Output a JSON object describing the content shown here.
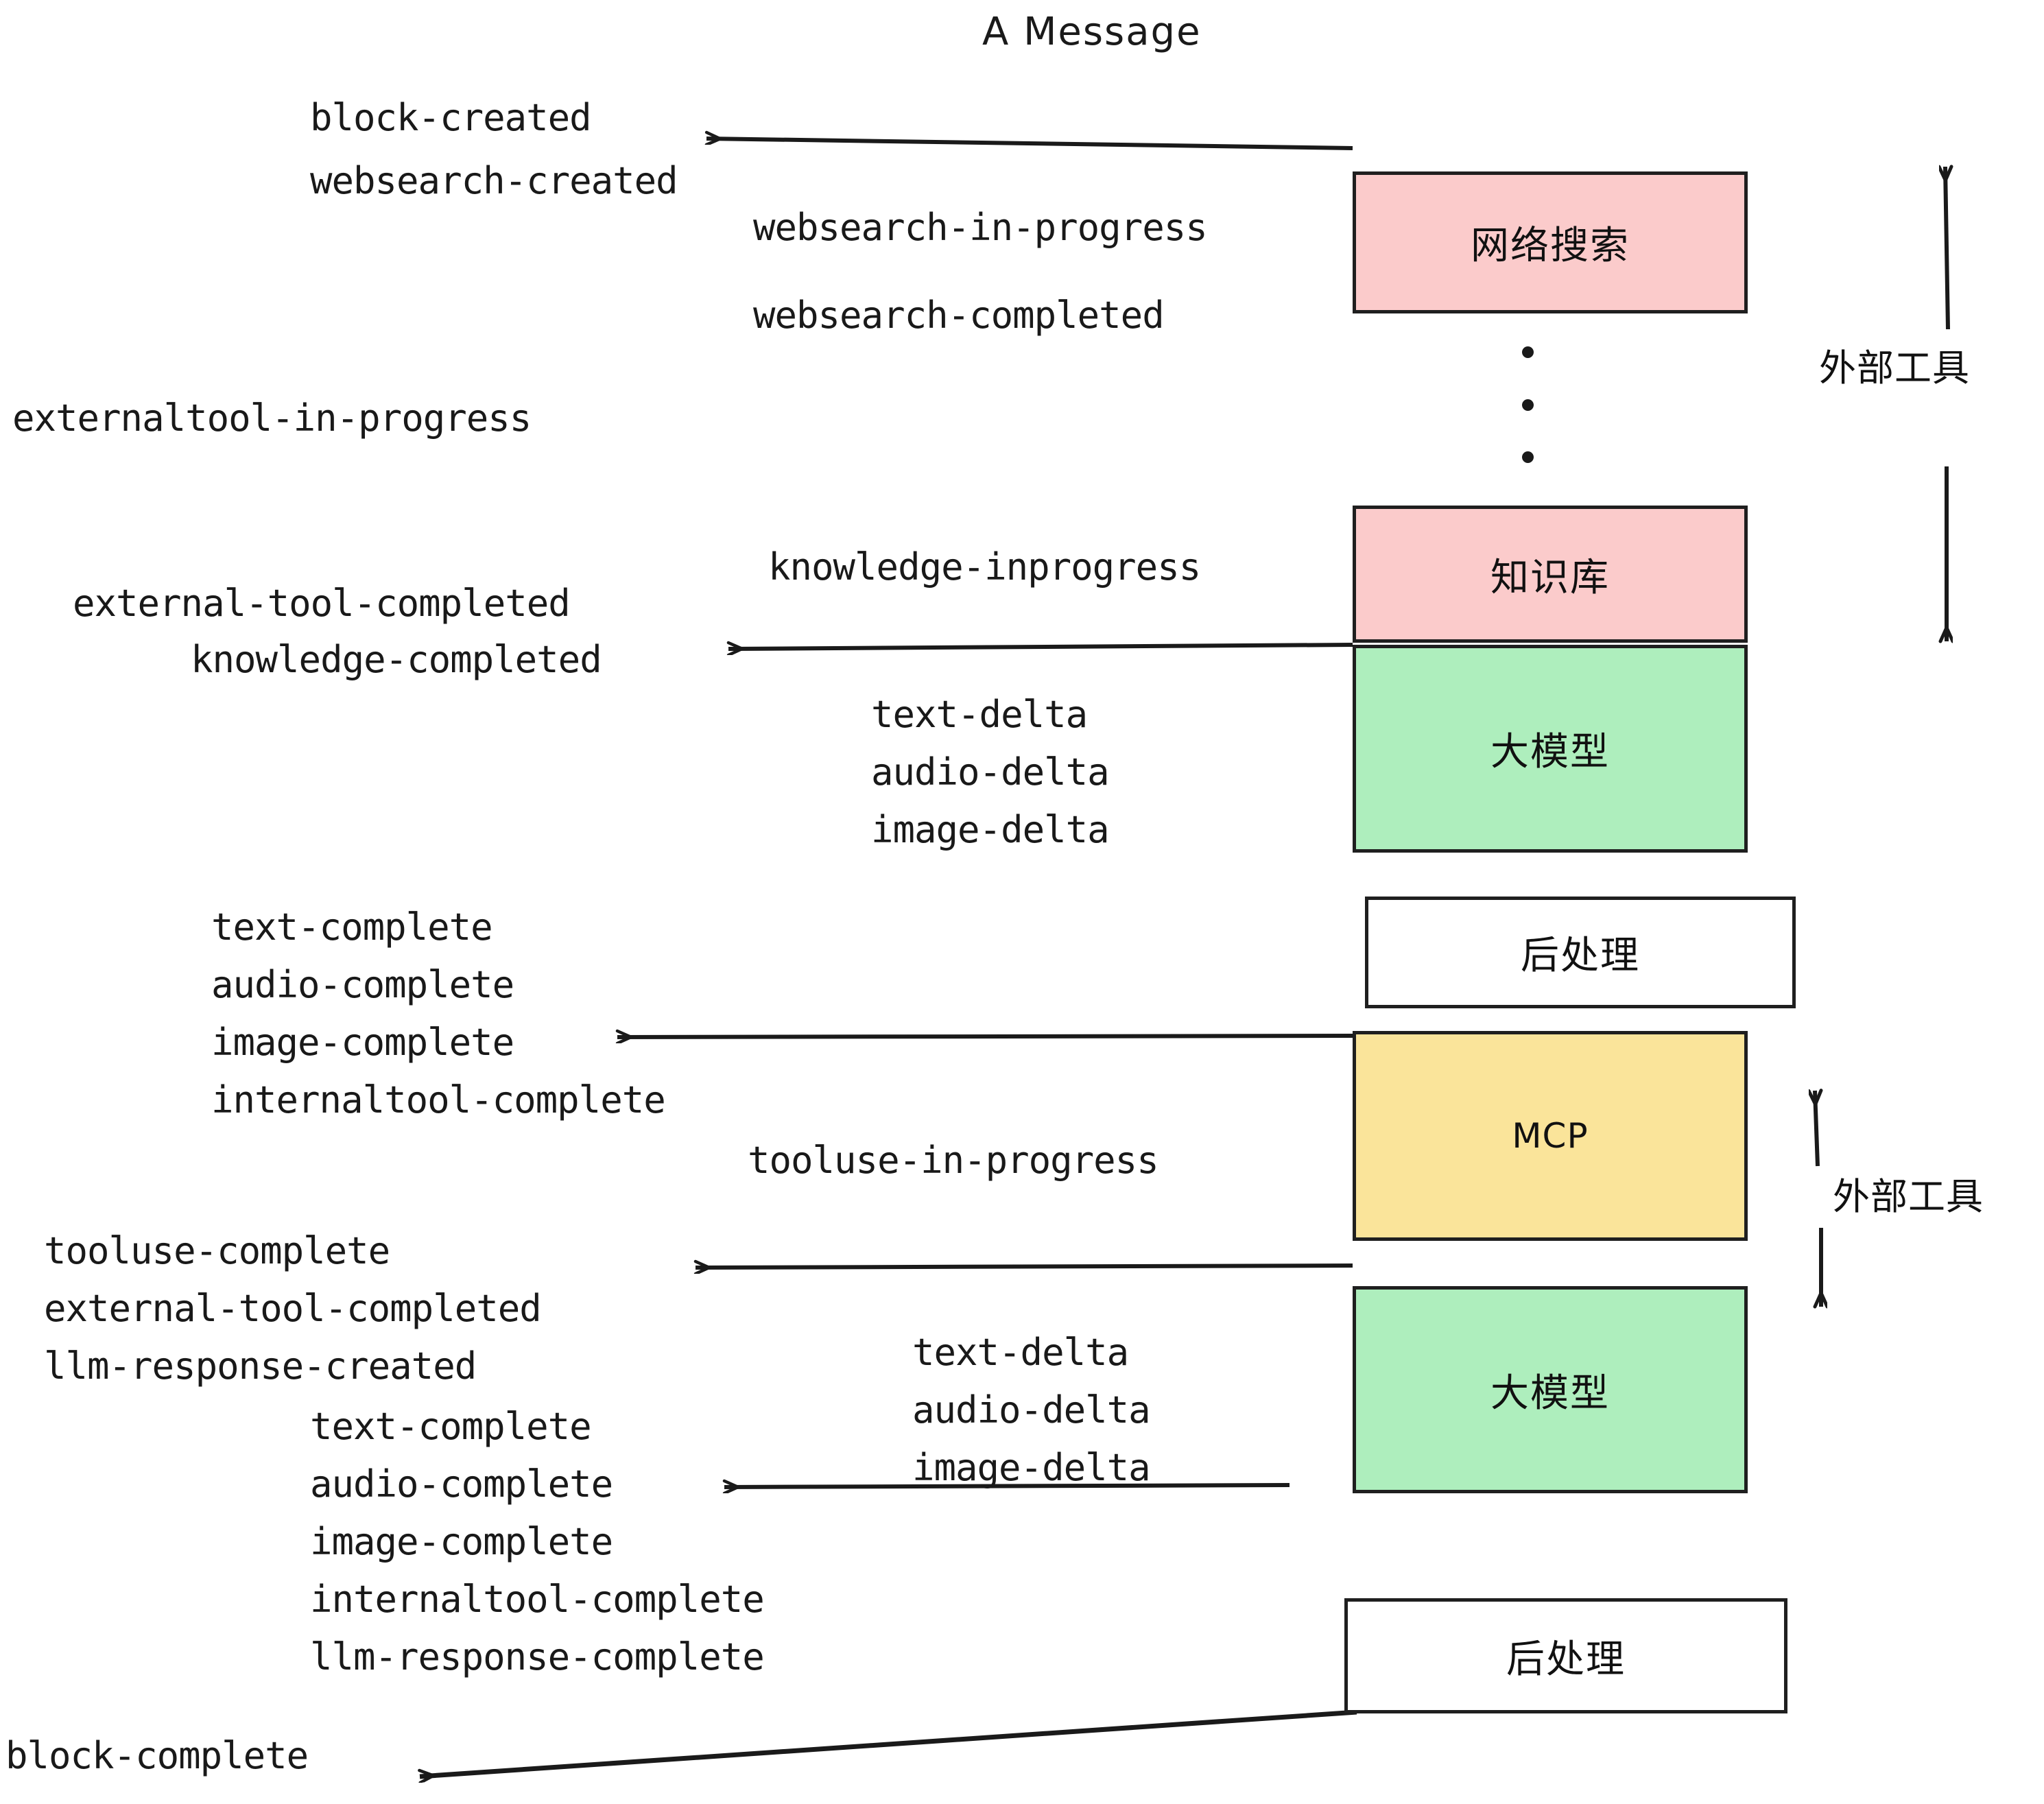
{
  "title": "A Message",
  "colors": {
    "pink": "#fbcbcb",
    "green": "#aeeebd",
    "yellow": "#fae49a",
    "white": "#ffffff",
    "stroke": "#1f1f1f",
    "text": "#191919"
  },
  "nodes": [
    {
      "id": "websearch",
      "label": "网络搜索",
      "fill": "#fbcbcb"
    },
    {
      "id": "knowledge",
      "label": "知识库",
      "fill": "#fbcbcb"
    },
    {
      "id": "llm-1",
      "label": "大模型",
      "fill": "#aeeebd"
    },
    {
      "id": "postprocess-1",
      "label": "后处理",
      "fill": "#ffffff"
    },
    {
      "id": "mcp",
      "label": "MCP",
      "fill": "#fae49a"
    },
    {
      "id": "llm-2",
      "label": "大模型",
      "fill": "#aeeebd"
    },
    {
      "id": "postprocess-2",
      "label": "后处理",
      "fill": "#ffffff"
    }
  ],
  "side_labels": [
    {
      "id": "external-tools-top",
      "label": "外部工具"
    },
    {
      "id": "external-tools-bottom",
      "label": "外部工具"
    }
  ],
  "events": {
    "block_created": "block-created",
    "websearch_created": "websearch-created",
    "websearch_in_progress": "websearch-in-progress",
    "websearch_completed": "websearch-completed",
    "externaltool_in_progress": "externaltool-in-progress",
    "knowledge_inprogress": "knowledge-inprogress",
    "external_tool_completed_1": "external-tool-completed",
    "knowledge_completed": "knowledge-completed",
    "delta_group_1": {
      "text_delta": "text-delta",
      "audio_delta": "audio-delta",
      "image_delta": "image-delta"
    },
    "complete_group_1": {
      "text_complete": "text-complete",
      "audio_complete": "audio-complete",
      "image_complete": "image-complete",
      "internaltool_complete": "internaltool-complete"
    },
    "tooluse_in_progress": "tooluse-in-progress",
    "tooluse_complete": "tooluse-complete",
    "external_tool_completed_2": "external-tool-completed",
    "llm_response_created": "llm-response-created",
    "delta_group_2": {
      "text_delta": "text-delta",
      "audio_delta": "audio-delta",
      "image_delta": "image-delta"
    },
    "complete_group_2": {
      "text_complete": "text-complete",
      "audio_complete": "audio-complete",
      "image_complete": "image-complete",
      "internaltool_complete": "internaltool-complete",
      "llm_response_complete": "llm-response-complete"
    },
    "block_complete": "block-complete"
  }
}
